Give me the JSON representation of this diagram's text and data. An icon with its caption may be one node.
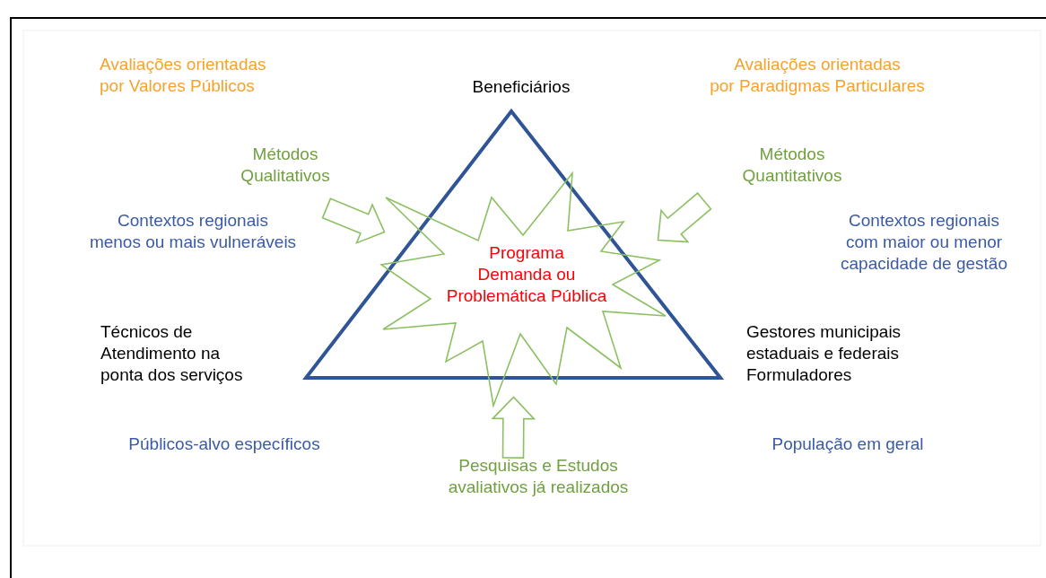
{
  "diagram": {
    "nodes": [
      {
        "text": [
          "Métodos Qualitativos"
        ]
      },
      {
        "text": [
          "Métodos Quantitativos"
        ]
      },
      {
        "text": [],
        "shape": "triangle",
        "beside": [
          "Beneficiários",
          "Técnicos de Atendimento na ponta dos serviços",
          "Gestores municipais estaduais e federais Formuladores"
        ]
      },
      {
        "text": [
          "Programa Demanda ou Problemática Pública"
        ]
      },
      {
        "text": [
          "Pesquisas e Estudos avaliativos já realizados"
        ]
      }
    ],
    "edges": [
      {
        "from": 0,
        "to": 3,
        "arrow": "to"
      },
      {
        "from": 1,
        "to": 3,
        "arrow": "to"
      },
      {
        "from": 4,
        "to": 3,
        "arrow": "to"
      }
    ],
    "labels": [
      "Avaliações orientadas por Valores Públicos",
      "Avaliações orientadas por Paradigmas Particulares",
      "Contextos regionais menos ou mais vulneráveis",
      "Contextos regionais com maior ou menor capacidade de gestão",
      "Públicos-alvo específicos",
      "População em geral"
    ]
  }
}
